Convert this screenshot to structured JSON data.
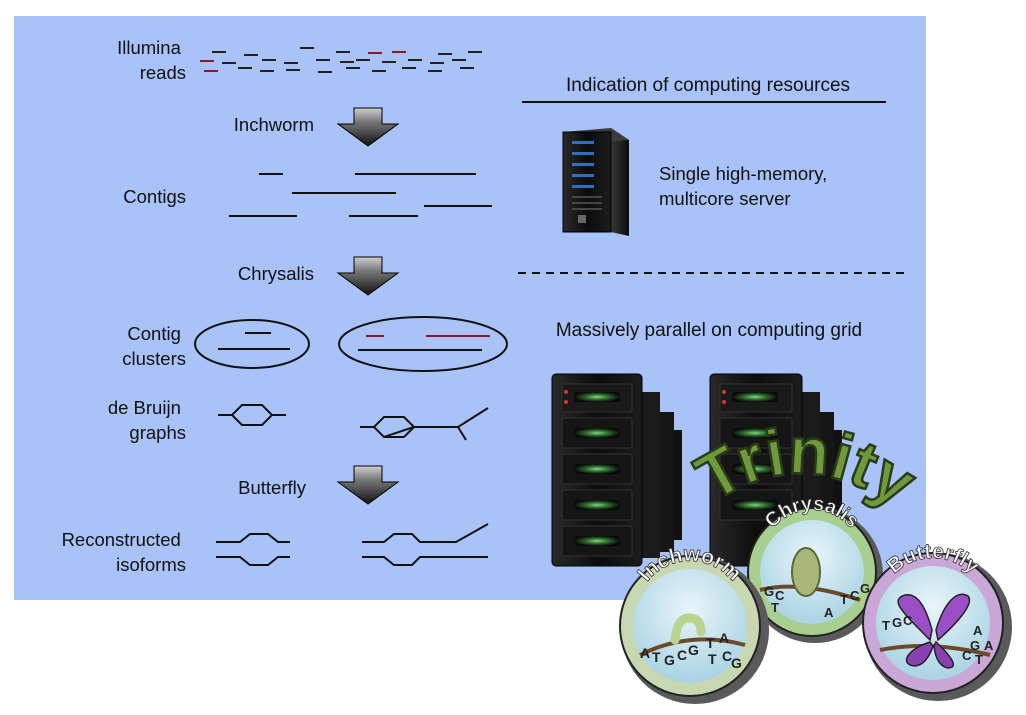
{
  "pipeline": {
    "illumina_reads": [
      "Illumina",
      "reads"
    ],
    "inchworm": "Inchworm",
    "contigs": "Contigs",
    "chrysalis": "Chrysalis",
    "contig_clusters": [
      "Contig",
      "clusters"
    ],
    "de_bruijn_graphs": [
      "de Bruijn",
      "graphs"
    ],
    "butterfly": "Butterfly",
    "reconstructed_isoforms": [
      "Reconstructed",
      "isoforms"
    ]
  },
  "resources": {
    "heading": "Indication of computing resources",
    "single_server": [
      "Single high-memory,",
      "multicore server"
    ],
    "grid": "Massively parallel on computing grid"
  },
  "logo": {
    "title": "Trinity",
    "badges": {
      "inchworm": "Inchworm",
      "chrysalis": "Chrysalis",
      "butterfly": "Butterfly"
    },
    "dna": {
      "inchworm": [
        "A",
        "T",
        "G",
        "C",
        "G",
        "T",
        "A",
        "T",
        "C",
        "G"
      ],
      "chrysalis": [
        "G",
        "C",
        "T",
        "A",
        "T",
        "C",
        "G"
      ],
      "butterfly": [
        "T",
        "G",
        "C",
        "A",
        "G",
        "T",
        "C",
        "A"
      ]
    }
  },
  "colors": {
    "panel": "#a9c2f7",
    "read_dark": "#222222",
    "read_red": "#8b1a2a",
    "logo_green": "#6f9a3c"
  }
}
